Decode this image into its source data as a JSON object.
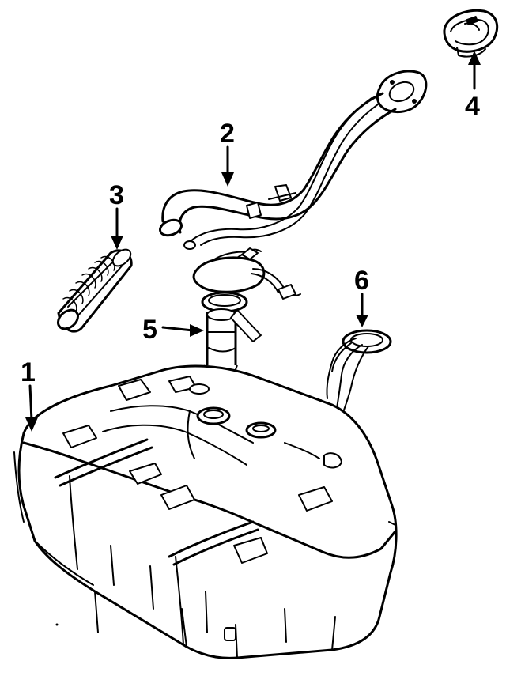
{
  "diagram": {
    "callouts": [
      {
        "id": "1",
        "label": "1",
        "part": "fuel-tank"
      },
      {
        "id": "2",
        "label": "2",
        "part": "filler-neck"
      },
      {
        "id": "3",
        "label": "3",
        "part": "hose"
      },
      {
        "id": "4",
        "label": "4",
        "part": "fuel-cap"
      },
      {
        "id": "5",
        "label": "5",
        "part": "fuel-pump"
      },
      {
        "id": "6",
        "label": "6",
        "part": "fuel-gauge-sender"
      }
    ]
  }
}
